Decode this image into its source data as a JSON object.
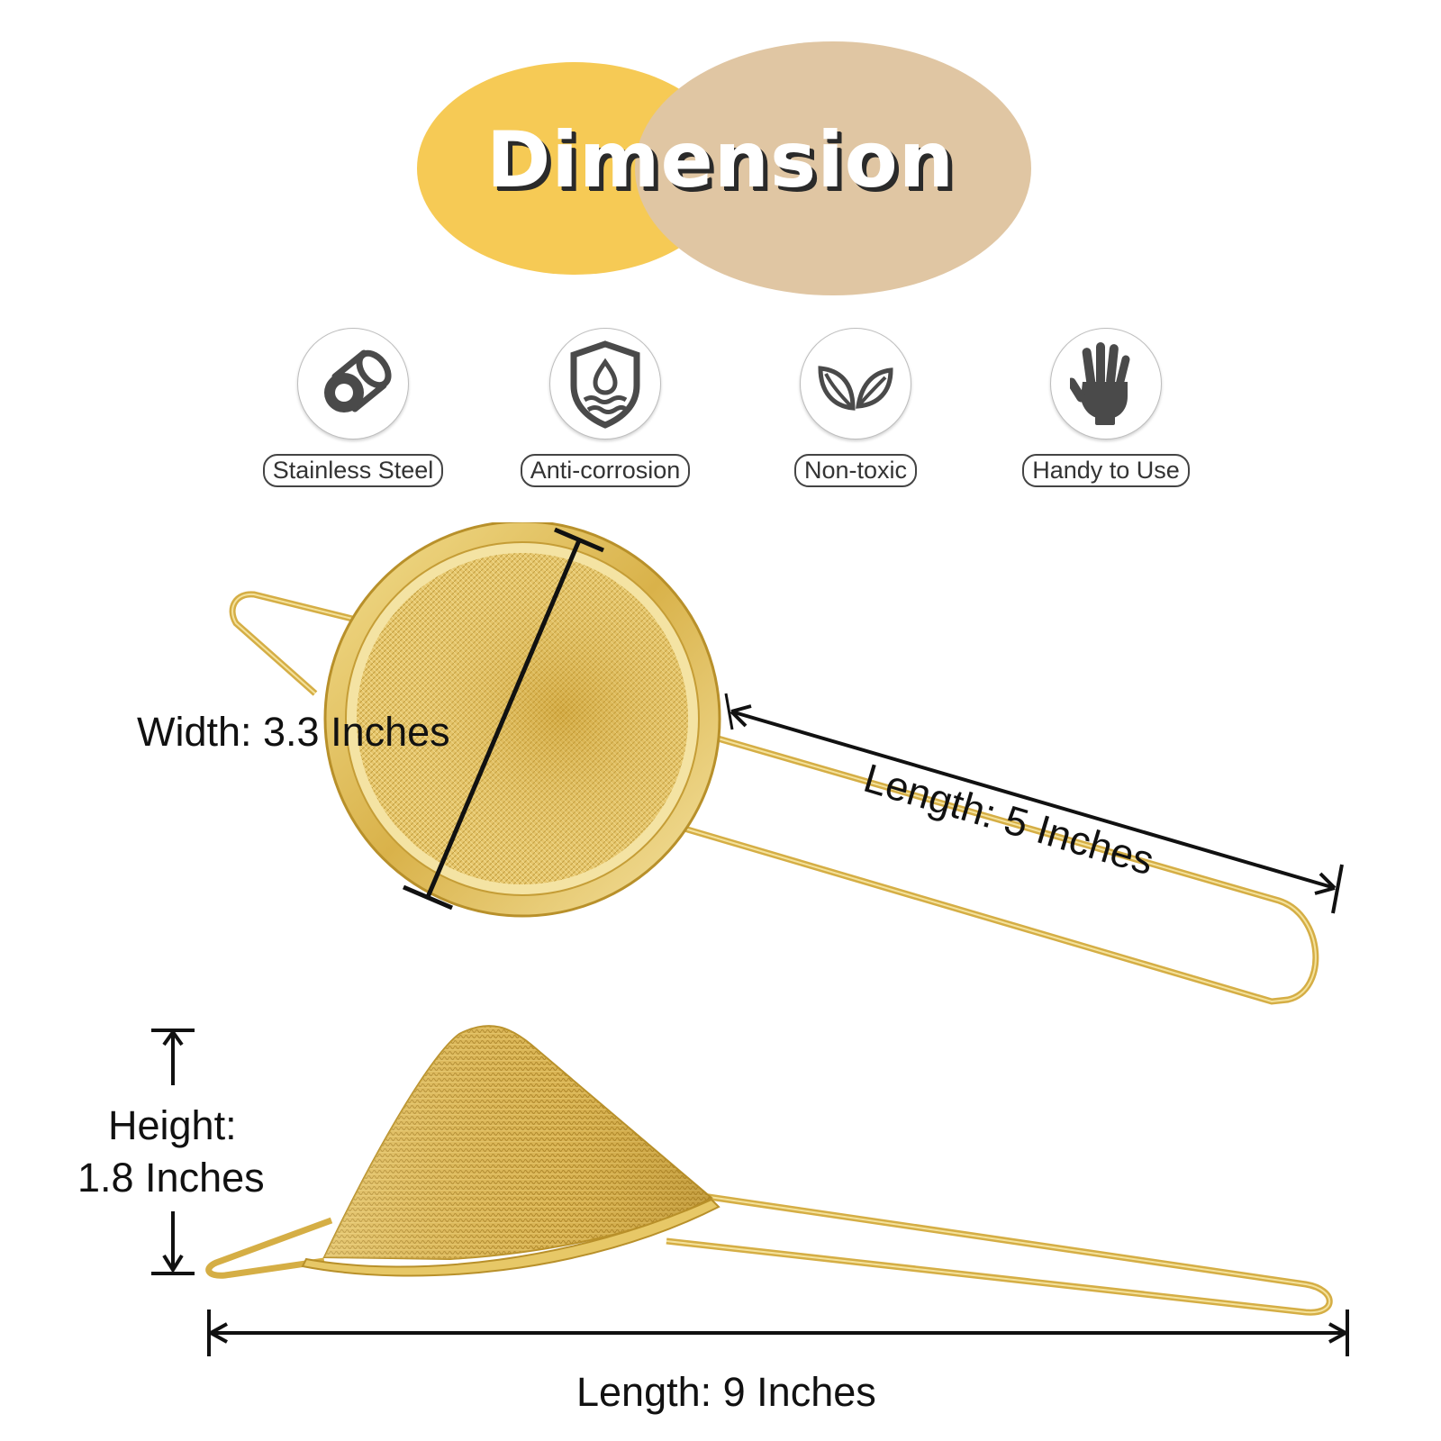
{
  "title": "Dimension",
  "colors": {
    "yellow": "#F6CA55",
    "beige": "#E0C6A3",
    "gold": "#C9A431",
    "gold_light": "#F0D778",
    "icon_gray": "#4a4a4a"
  },
  "features": [
    {
      "label": "Stainless Steel",
      "icon": "steel-pipe-icon"
    },
    {
      "label": "Anti-corrosion",
      "icon": "shield-water-icon"
    },
    {
      "label": "Non-toxic",
      "icon": "leaves-icon"
    },
    {
      "label": "Handy to Use",
      "icon": "glove-hand-icon"
    }
  ],
  "dimensions": {
    "width": "Width: 3.3 Inches",
    "bowl_length": "Length: 5 Inches",
    "height_line1": "Height:",
    "height_line2": "1.8 Inches",
    "total_length": "Length: 9 Inches"
  }
}
